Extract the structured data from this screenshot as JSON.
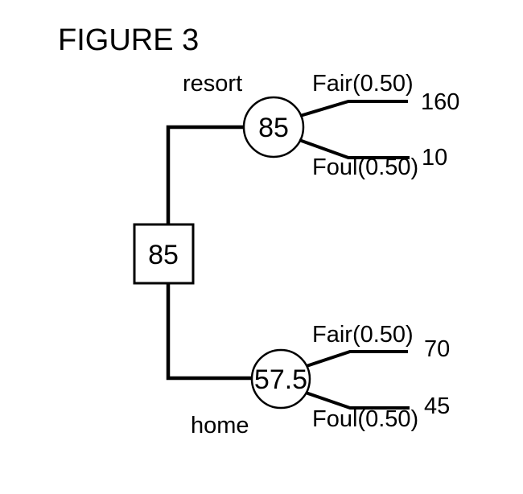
{
  "colors": {
    "ink": "#000000",
    "background": "#ffffff"
  },
  "figure": {
    "title": "FIGURE 3"
  },
  "tree": {
    "decision_node": {
      "type": "decision",
      "value": "85"
    },
    "branches": [
      {
        "label": "resort",
        "chance_node": {
          "type": "chance",
          "value": "85"
        },
        "outcomes": [
          {
            "label": "Fair(0.50)",
            "payoff": "160"
          },
          {
            "label": "Foul(0.50)",
            "payoff": "10"
          }
        ]
      },
      {
        "label": "home",
        "chance_node": {
          "type": "chance",
          "value": "57.5"
        },
        "outcomes": [
          {
            "label": "Fair(0.50)",
            "payoff": "70"
          },
          {
            "label": "Foul(0.50)",
            "payoff": "45"
          }
        ]
      }
    ]
  }
}
